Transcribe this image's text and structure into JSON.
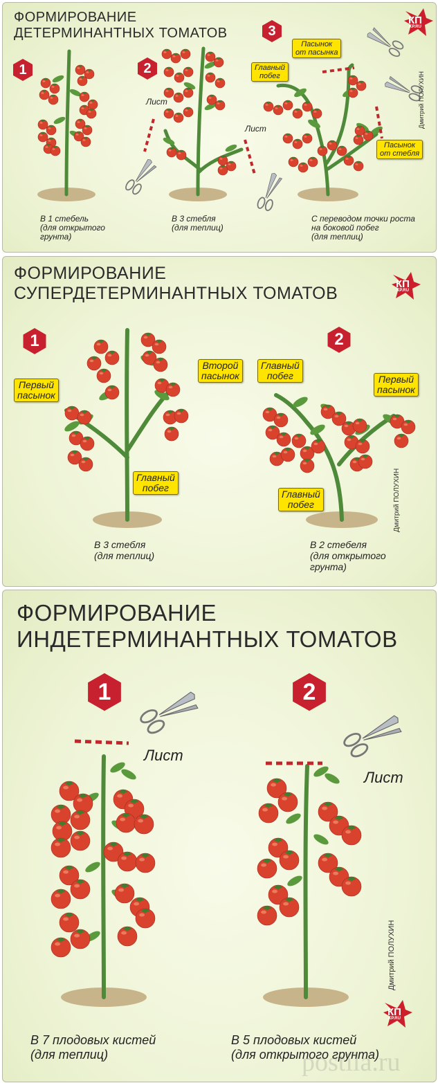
{
  "logo": {
    "brand": "КП",
    "site": "KP.RU",
    "color": "#cc1f2b"
  },
  "author": "Дмитрий ПОЛУХИН",
  "colors": {
    "stem": "#4f8a3a",
    "leaf": "#5a9a3c",
    "tomato": "#d9432e",
    "cut": "#c0272d",
    "badge": "#c7202e",
    "tag": "#ffe400",
    "soil": "#c8b48a"
  },
  "icons": [
    "tomato-icon",
    "scissors-icon",
    "leaf-icon",
    "logo-bird-icon"
  ],
  "section1": {
    "title_line1": "ФОРМИРОВАНИЕ",
    "title_line2": "ДЕТЕРМИНАНТНЫХ ТОМАТОВ",
    "plants": [
      {
        "number": "1",
        "caption": [
          "В 1 стебель",
          "(для открытого",
          "грунта)"
        ]
      },
      {
        "number": "2",
        "caption": [
          "В 3 стебля",
          "(для теплиц)"
        ]
      },
      {
        "number": "3",
        "caption": [
          "С переводом точки роста",
          "на боковой побег",
          "(для теплиц)"
        ]
      }
    ],
    "labels": {
      "leaf_left": "Лист",
      "leaf_right": "Лист",
      "main_shoot": [
        "Главный",
        "побег"
      ],
      "stepson_of_stepson": [
        "Пасынок",
        "от пасынка"
      ],
      "stepson_from_stem": [
        "Пасынок",
        "от стебля"
      ]
    }
  },
  "section2": {
    "title_line1": "ФОРМИРОВАНИЕ",
    "title_line2": "СУПЕРДЕТЕРМИНАНТНЫХ ТОМАТОВ",
    "plants": [
      {
        "number": "1",
        "caption": [
          "В 3 стебля",
          "(для теплиц)"
        ]
      },
      {
        "number": "2",
        "caption": [
          "В 2 стебеля",
          "(для открытого",
          "грунта)"
        ]
      }
    ],
    "labels": {
      "first_stepson_1": [
        "Первый",
        "пасынок"
      ],
      "second_stepson": [
        "Второй",
        "пасынок"
      ],
      "main_shoot_1": [
        "Главный",
        "побег"
      ],
      "main_shoot_top": [
        "Главный",
        "побег"
      ],
      "first_stepson_2": [
        "Первый",
        "пасынок"
      ],
      "main_shoot_bottom": [
        "Главный",
        "побег"
      ]
    }
  },
  "section3": {
    "title_line1": "ФОРМИРОВАНИЕ",
    "title_line2": "ИНДЕТЕРМИНАНТНЫХ ТОМАТОВ",
    "plants": [
      {
        "number": "1",
        "caption": [
          "В 7 плодовых кистей",
          "(для теплиц)"
        ]
      },
      {
        "number": "2",
        "caption": [
          "В 5 плодовых кистей",
          "(для открытого грунта)"
        ]
      }
    ],
    "labels": {
      "leaf_1": "Лист",
      "leaf_2": "Лист"
    }
  },
  "watermark": "postila.ru"
}
